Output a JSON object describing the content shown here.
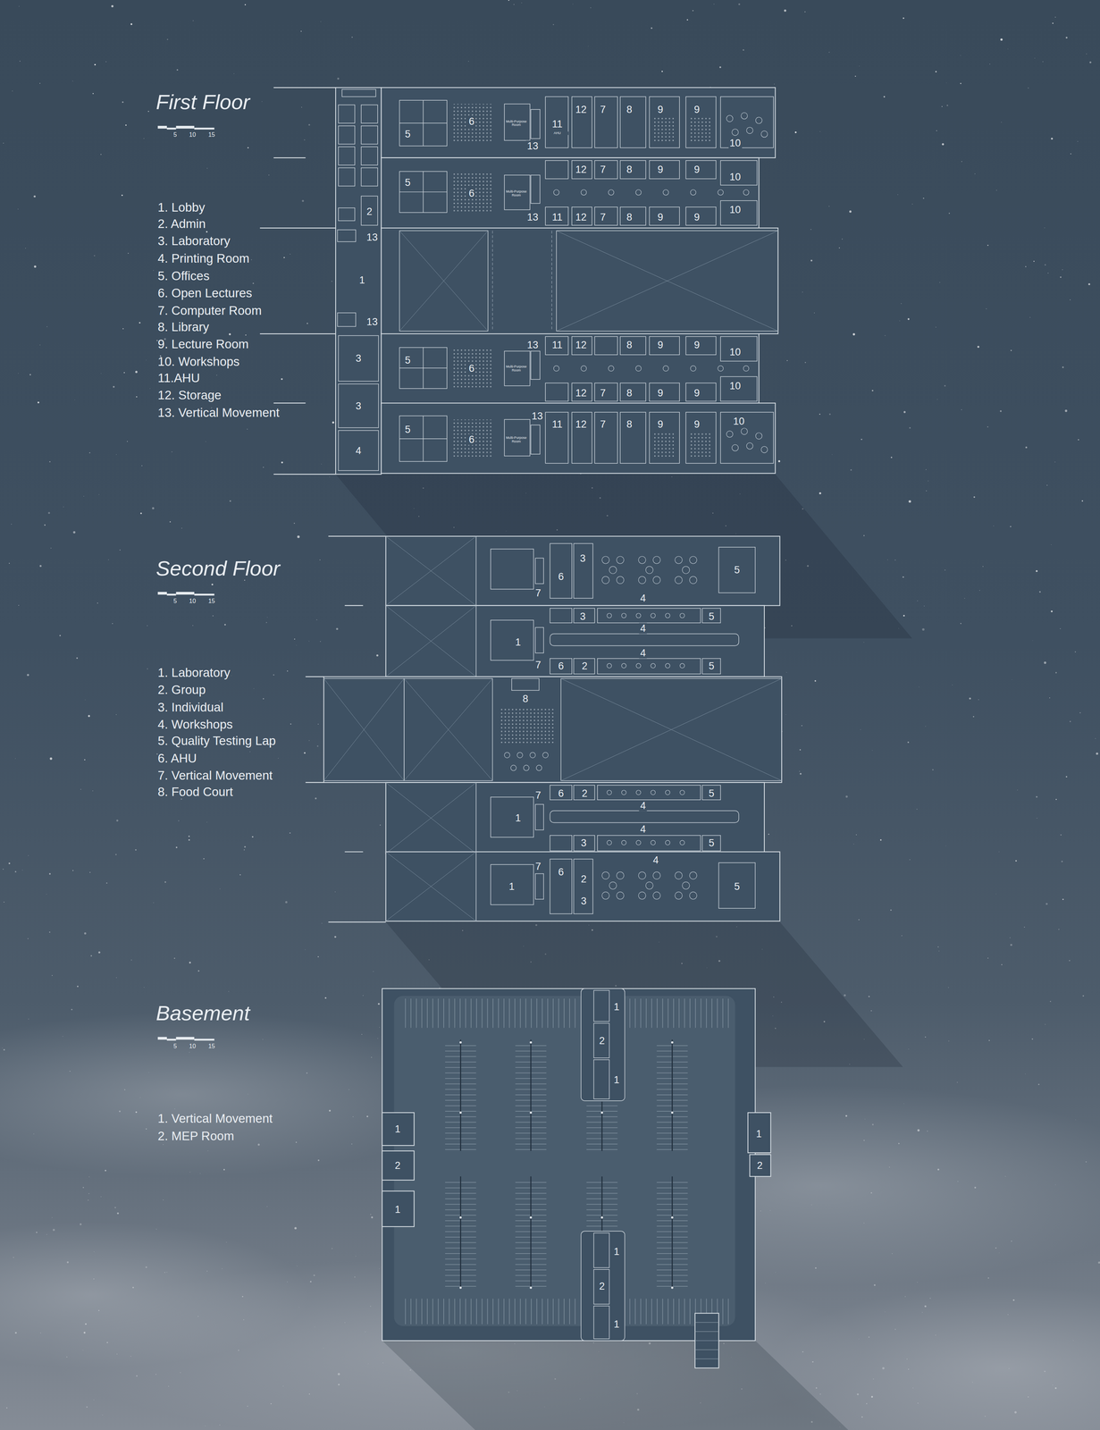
{
  "diagram": {
    "labels": [
      "First Floor",
      "5",
      "10",
      "15",
      "1. Lobby",
      "2. Admin",
      "3. Laboratory",
      "4. Printing Room",
      "5. Offices",
      "6. Open Lectures",
      "7. Computer Room",
      "8. Library",
      "9. Lecture Room",
      "10. Workshops",
      "11.AHU",
      "12. Storage",
      "13. Vertical Movement",
      "5",
      "6",
      "11",
      "AHU",
      "12",
      "7",
      "8",
      "9",
      "9",
      "10",
      "13",
      "Multi-Purpose Room",
      "5",
      "6",
      "Multi-Purpose Room",
      "12",
      "7",
      "8",
      "9",
      "9",
      "10",
      "10",
      "13",
      "11",
      "12",
      "7",
      "8",
      "9",
      "9",
      "2",
      "13",
      "1",
      "13",
      "3",
      "3",
      "4",
      "13",
      "11",
      "12",
      "8",
      "9",
      "9",
      "10",
      "5",
      "6",
      "Multi-Purpose Room",
      "10",
      "12",
      "7",
      "8",
      "9",
      "9",
      "13",
      "11",
      "12",
      "7",
      "8",
      "9",
      "9",
      "10",
      "5",
      "6",
      "Multi-Purpose Room",
      "Second Floor",
      "5",
      "10",
      "15",
      "1. Laboratory",
      "2. Group",
      "3. Individual",
      "4. Workshops",
      "5. Quality Testing Lap",
      "6. AHU",
      "7. Vertical Movement",
      "8. Food Court",
      "3",
      "6",
      "7",
      "4",
      "5",
      "1",
      "3",
      "4",
      "5",
      "4",
      "7",
      "6",
      "2",
      "5",
      "8",
      "7",
      "6",
      "2",
      "5",
      "1",
      "4",
      "4",
      "3",
      "5",
      "7",
      "4",
      "6",
      "2",
      "1",
      "3",
      "5",
      "Basement",
      "5",
      "10",
      "15",
      "1. Vertical Movement",
      "2. MEP Room",
      "1",
      "2",
      "1",
      "1",
      "2",
      "1",
      "1",
      "2",
      "1",
      "2",
      "1"
    ]
  }
}
